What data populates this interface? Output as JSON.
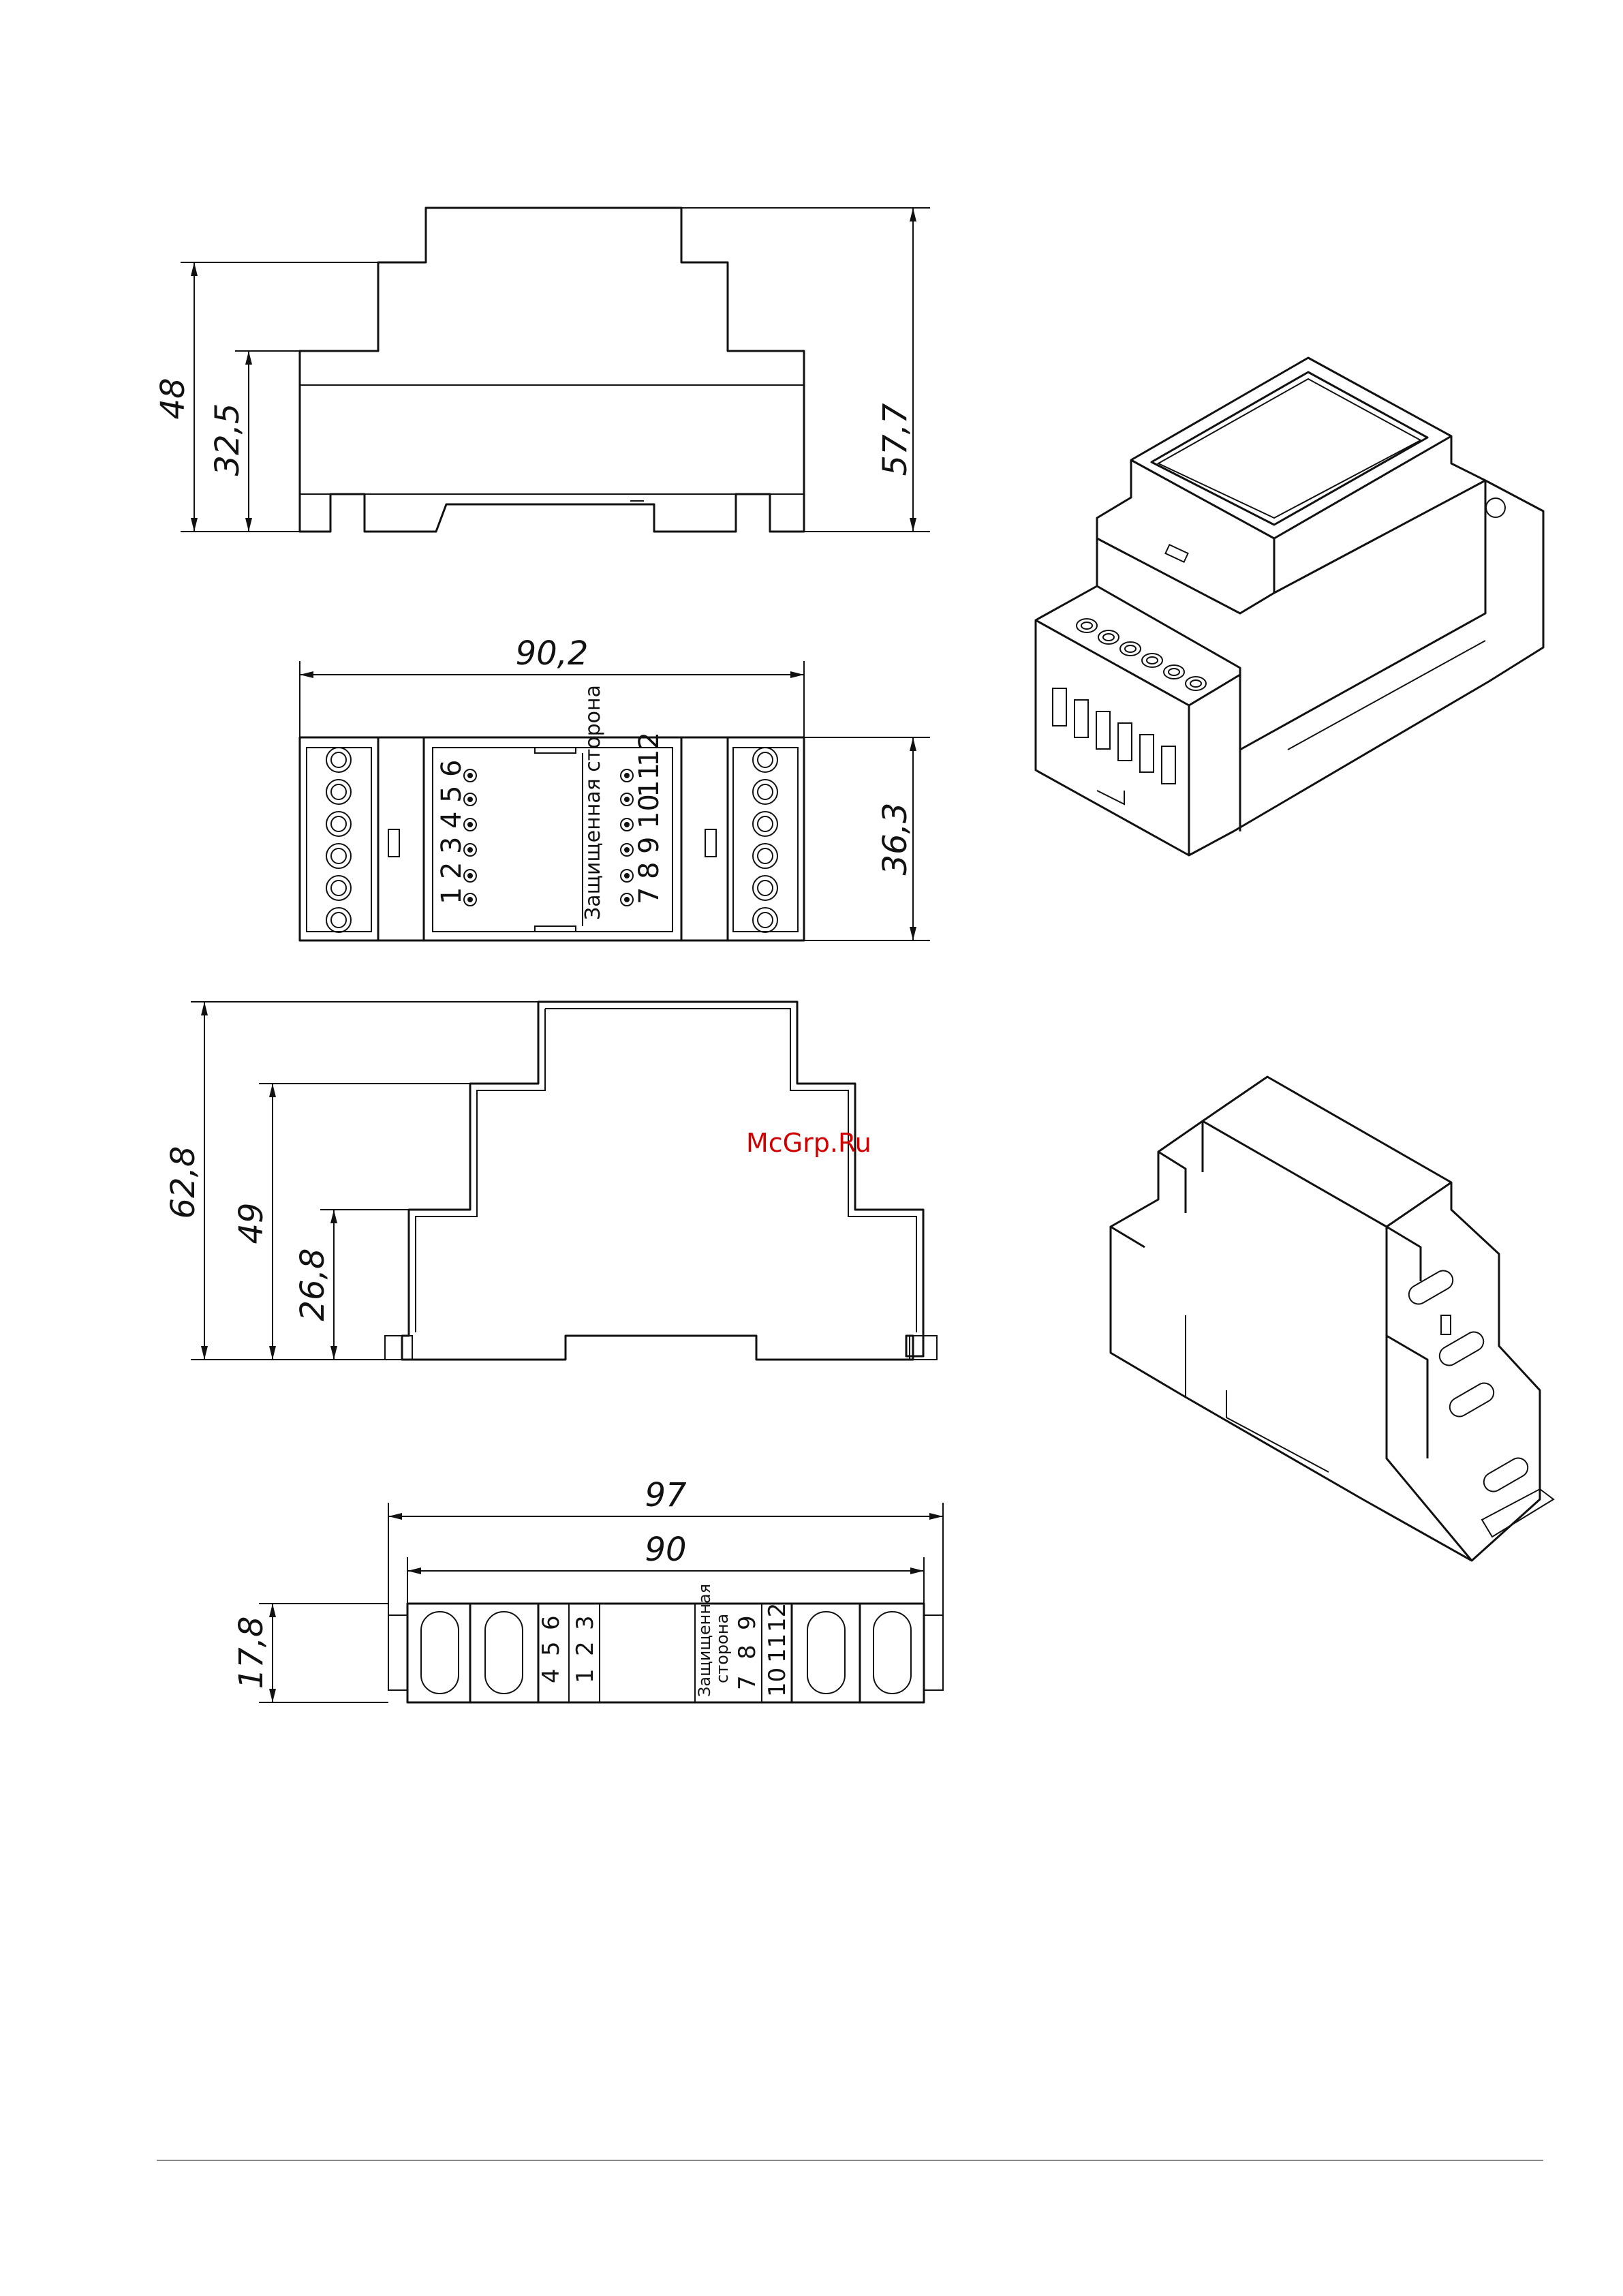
{
  "dimensions": {
    "front_total_height": "57,7",
    "front_step_height": "48",
    "front_base_height": "32,5",
    "top_width": "90,2",
    "top_depth": "36,3",
    "side_total_height": "62,8",
    "side_step_height": "49",
    "side_base_height": "26,8",
    "bottom_overall_width": "97",
    "bottom_width": "90",
    "bottom_depth": "17,8"
  },
  "top_view": {
    "left_terminal_numbers": [
      "1",
      "2",
      "3",
      "4",
      "5",
      "6"
    ],
    "right_terminal_numbers": [
      "7",
      "8",
      "9",
      "10",
      "11",
      "12"
    ],
    "protected_side_label": "Защищенная сторона"
  },
  "bottom_view": {
    "left_row_top": [
      "1",
      "2",
      "3"
    ],
    "left_row_bottom": [
      "4",
      "5",
      "6"
    ],
    "right_row_top": [
      "7",
      "8",
      "9"
    ],
    "right_row_bottom": [
      "10",
      "11",
      "12"
    ],
    "protected_side_label_line1": "Защищенная",
    "protected_side_label_line2": "сторона"
  },
  "watermark": "McGrp.Ru",
  "colors": {
    "line": "#111111",
    "watermark": "#d10000"
  }
}
